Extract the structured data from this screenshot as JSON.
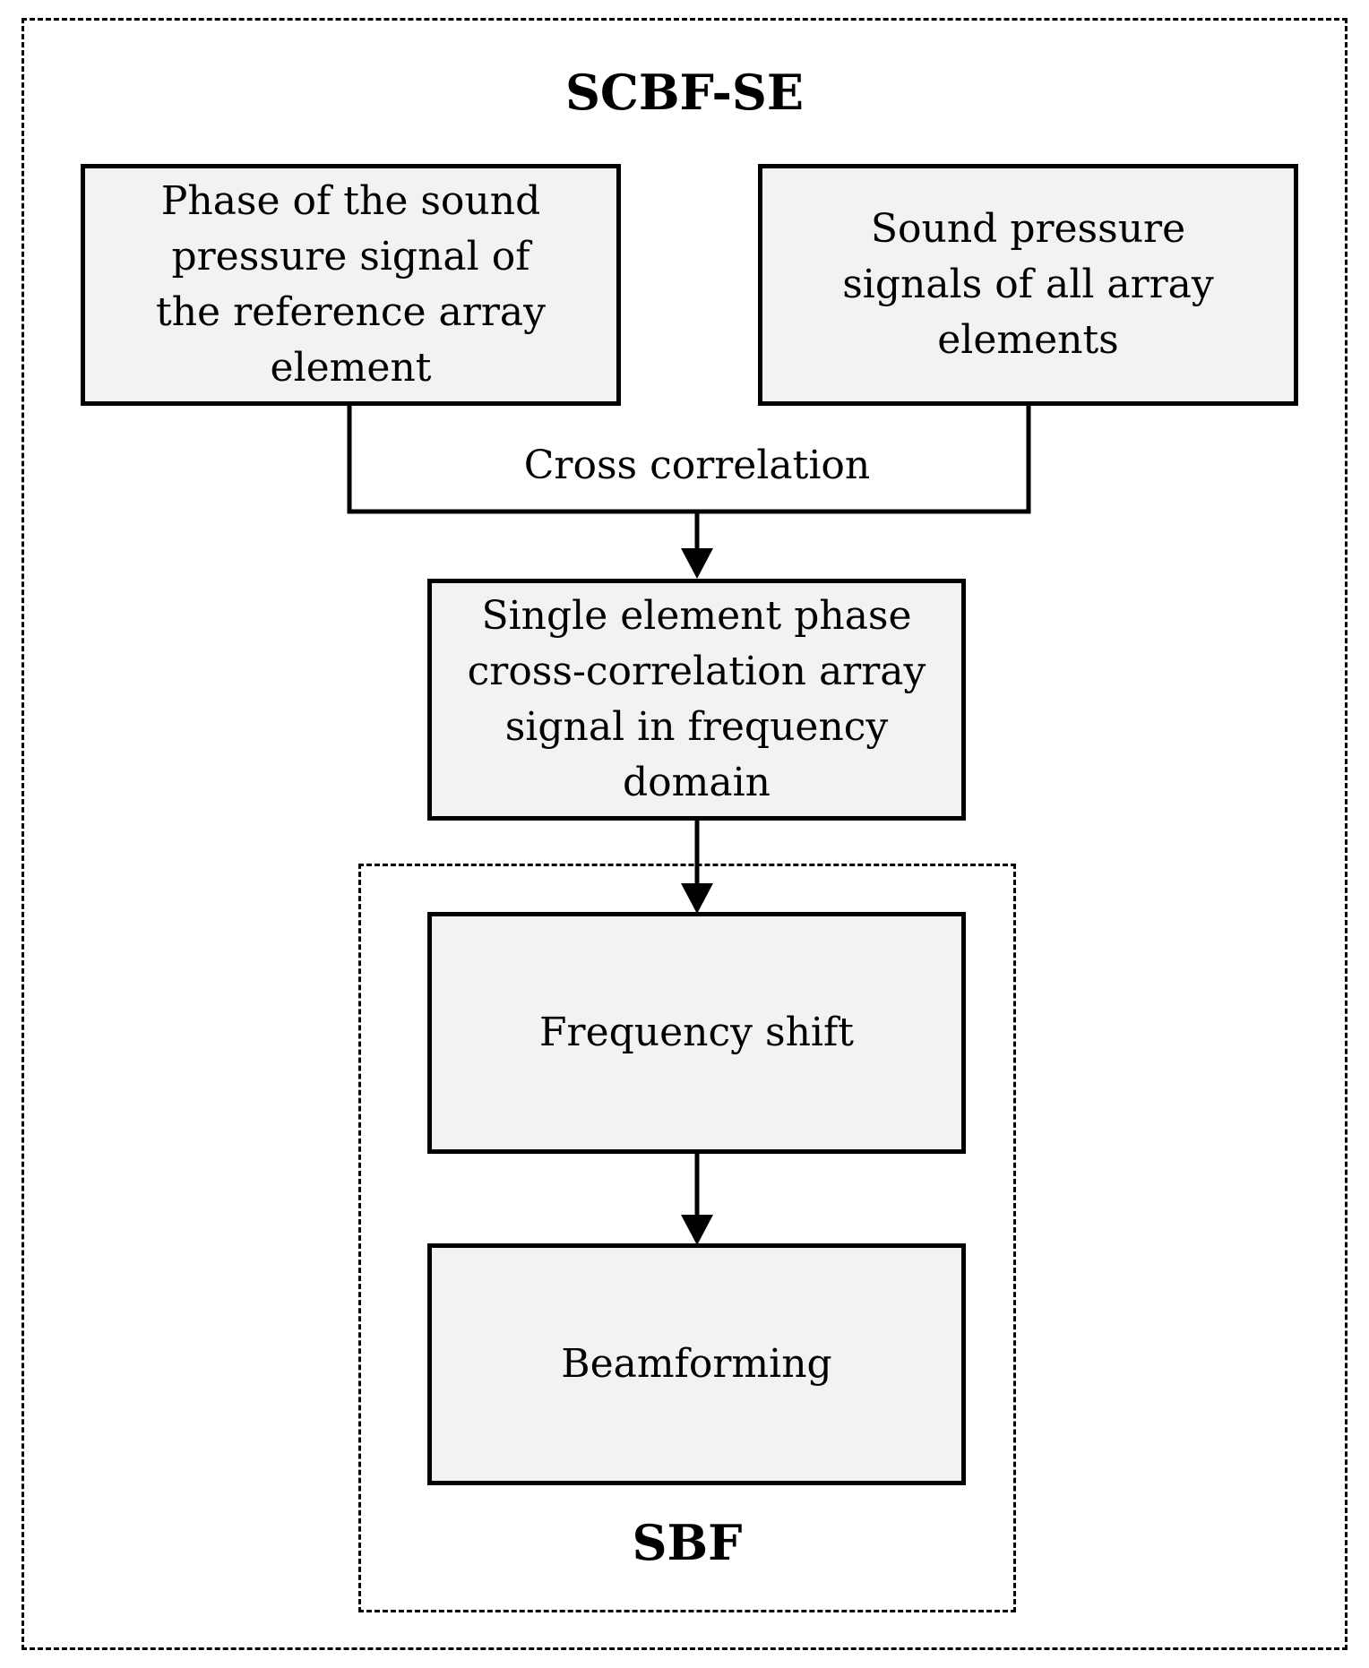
{
  "diagram": {
    "outer_title": "SCBF-SE",
    "inner_title": "SBF",
    "boxes": {
      "reference_phase": "Phase of the sound pressure signal of the reference array element",
      "sound_pressure": "Sound pressure signals of all array elements",
      "cross_correlation_signal": "Single element phase cross-correlation array signal in frequency domain",
      "frequency_shift": "Frequency shift",
      "beamforming": "Beamforming"
    },
    "edge_labels": {
      "cross_correlation": "Cross correlation"
    },
    "colors": {
      "box_fill": "#f2f2f2",
      "stroke": "#000000",
      "background": "#ffffff"
    }
  }
}
